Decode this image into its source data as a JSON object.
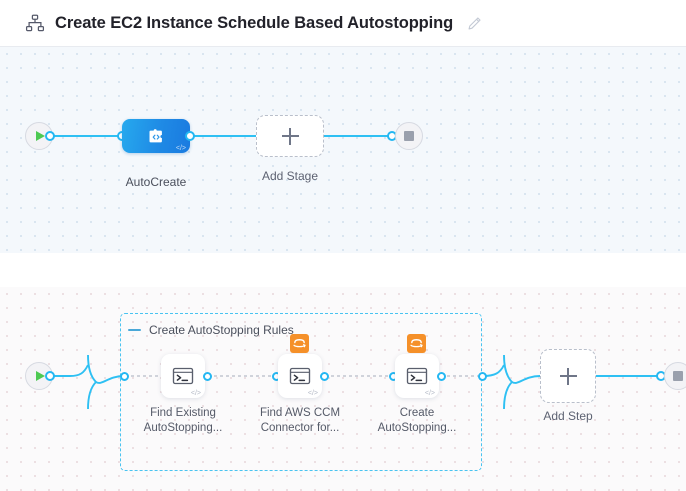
{
  "header": {
    "icon": "pipeline-nodes-icon",
    "title": "Create EC2 Instance Schedule Based Autostopping",
    "edit_icon": "pencil-edit-icon"
  },
  "colors": {
    "accent_blue": "#24b7f2",
    "stage_blue": "#1f8ae5",
    "aws_orange": "#f59029",
    "start_green": "#4dc952",
    "stop_gray": "#9aa0ad",
    "group_dash": "#49c3f0",
    "canvas_top_bg": "#f4f8fc",
    "canvas_bottom_bg": "#fbfafb"
  },
  "stage_canvas": {
    "start_node": {
      "name": "pipeline-start",
      "icon": "play-icon"
    },
    "end_node": {
      "name": "pipeline-end",
      "icon": "stop-square-icon"
    },
    "stages": [
      {
        "label": "AutoCreate",
        "icon": "custom-stage-code-icon",
        "corner_badge": "</>"
      }
    ],
    "add_stage": {
      "label": "Add Stage",
      "icon": "plus-icon"
    }
  },
  "step_canvas": {
    "start_node": {
      "name": "execution-start",
      "icon": "play-icon"
    },
    "end_node": {
      "name": "execution-end",
      "icon": "stop-square-icon"
    },
    "group": {
      "title": "Create AutoStopping Rules",
      "collapse_icon": "minus-collapse-icon"
    },
    "steps": [
      {
        "label": "Find Existing\nAutoStopping...",
        "icon": "shell-script-icon",
        "corner_badge": "</>",
        "connector_badge": null
      },
      {
        "label": "Find AWS CCM\nConnector for...",
        "icon": "shell-script-icon",
        "corner_badge": "</>",
        "connector_badge": "aws-icon"
      },
      {
        "label": "Create\nAutoStopping...",
        "icon": "shell-script-icon",
        "corner_badge": "</>",
        "connector_badge": "aws-icon"
      }
    ],
    "add_step": {
      "label": "Add Step",
      "icon": "plus-icon"
    }
  }
}
